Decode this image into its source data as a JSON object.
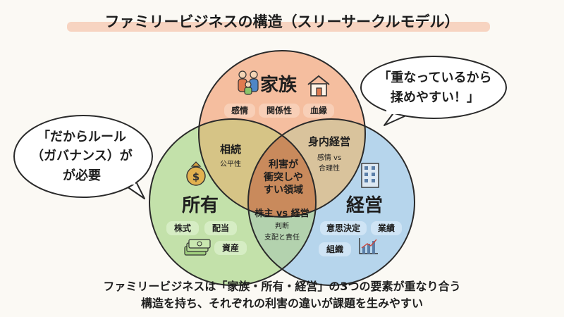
{
  "title": "ファミリービジネスの構造（スリーサークルモデル）",
  "circles": {
    "family": {
      "label": "家族",
      "tags": [
        "感情",
        "関係性",
        "血縁"
      ],
      "color": "#f3b48f",
      "icon": "family-people-icon",
      "icon2": "house-icon"
    },
    "ownership": {
      "label": "所有",
      "tags": [
        "株式",
        "配当",
        "資産"
      ],
      "color": "#b9dd9c",
      "icon": "money-bag-icon",
      "icon2": "cash-stack-icon"
    },
    "business": {
      "label": "経営",
      "tags": [
        "意思決定",
        "業績",
        "組織"
      ],
      "color": "#a9cfea",
      "icon": "building-icon",
      "icon2": "bar-chart-icon"
    }
  },
  "overlaps": {
    "family_ownership": {
      "title": "相続",
      "sub": "公平性"
    },
    "family_business": {
      "title": "身内経営",
      "sub_lines": [
        "感情 vs",
        "合理性"
      ]
    },
    "ownership_business": {
      "title": "株主 vs 経営",
      "sub_lines": [
        "判断",
        "支配と責任"
      ]
    },
    "center": {
      "lines": [
        "利害が",
        "衝突しや",
        "すい領域"
      ]
    }
  },
  "bubbles": {
    "right": {
      "lines": [
        "「重なっているから",
        "揉めやすい！」"
      ]
    },
    "left": {
      "lines": [
        "「だからルール",
        "（ガバナンス）が",
        "が必要"
      ]
    }
  },
  "footer": {
    "lines": [
      "ファミリービジネスは「家族・所有・経営」の3つの要素が重なり合う",
      "構造を持ち、それぞれの利害の違いが課題を生みやすい"
    ]
  },
  "colors": {
    "center": "#c98a5c",
    "family_ownership": "#d6c486",
    "family_business": "#d9c39c",
    "ownership_business": "#b3d2ae",
    "title_underline": "#f6cbb4",
    "tag_family": "#f8cfb7",
    "tag_ownership": "#d6edc4",
    "tag_business": "#cfe4f5"
  }
}
